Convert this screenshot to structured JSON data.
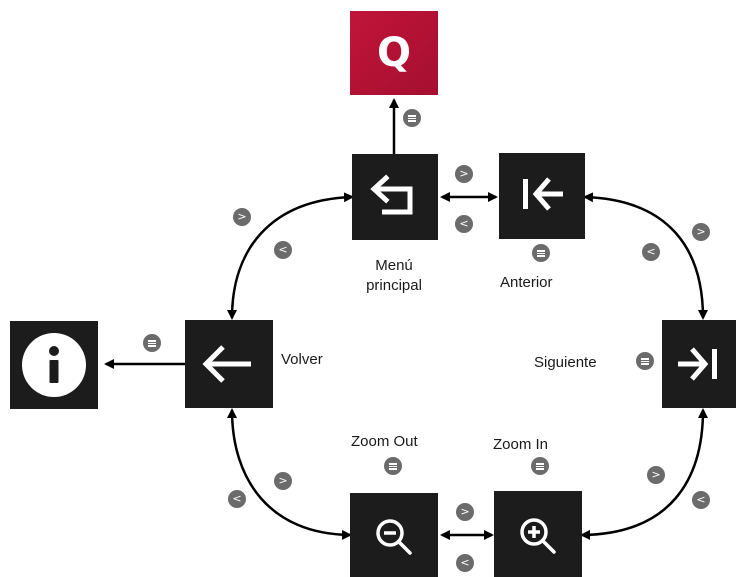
{
  "nodes": {
    "app": {
      "letter": "Q"
    },
    "menu": {
      "label": "Menú principal"
    },
    "previous": {
      "label": "Anterior"
    },
    "next": {
      "label": "Siguiente"
    },
    "back": {
      "label": "Volver"
    },
    "info": {
      "label": ""
    },
    "zoom_out": {
      "label": "Zoom Out"
    },
    "zoom_in": {
      "label": "Zoom In"
    }
  },
  "badges": {
    "next": ">",
    "prev": "<"
  },
  "colors": {
    "node_bg": "#1c1c1c",
    "app_bg": "#b3123a",
    "badge": "#6b6b6b",
    "arrow": "#000000"
  }
}
